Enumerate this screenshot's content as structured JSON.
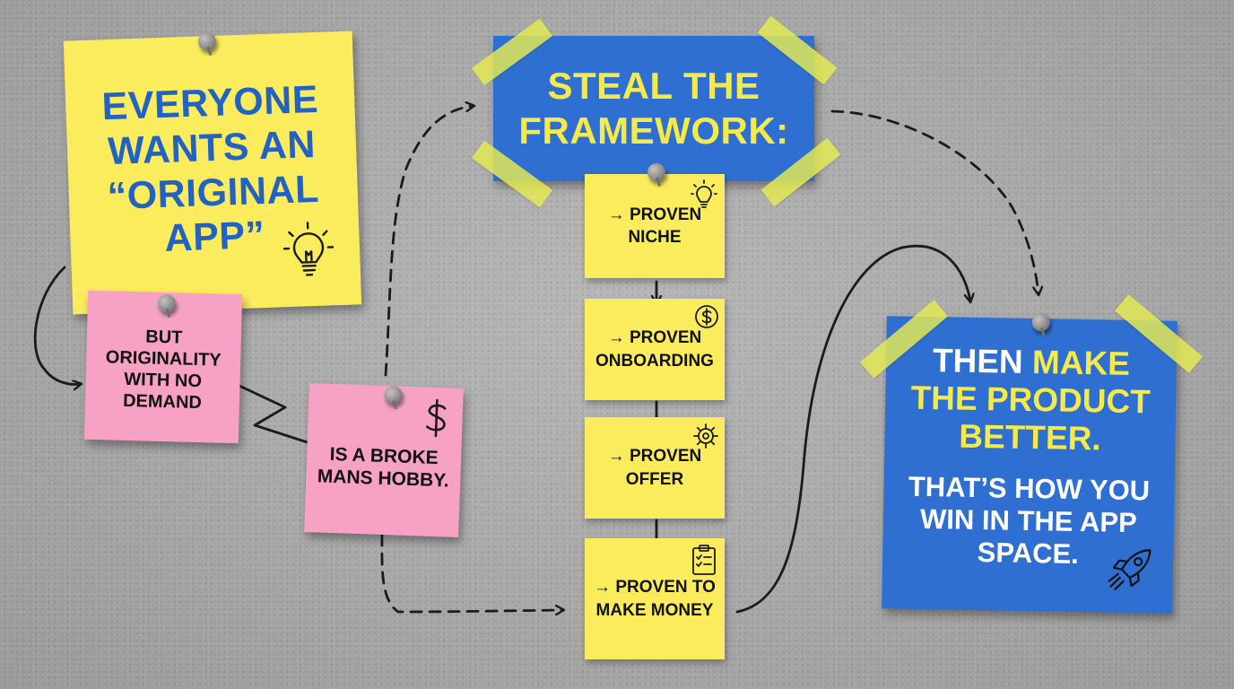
{
  "note_original_app": {
    "text": "EVERYONE WANTS AN “ORIGINAL APP”",
    "icon": "lightbulb-icon",
    "color": "#fbec5d",
    "text_color": "#2262c4"
  },
  "note_but_originality": {
    "text": "BUT ORIGINALITY WITH NO DEMAND",
    "color": "#f7a2c4"
  },
  "note_broke_hobby": {
    "text": "IS A BROKE MANS HOBBY.",
    "icon": "dollar-icon",
    "color": "#f7a2c4"
  },
  "banner": {
    "text": "STEAL THE FRAMEWORK:",
    "color": "#2f6fd1",
    "text_color": "#f5ea4a"
  },
  "steps": [
    {
      "text": "→ PROVEN NICHE",
      "icon": "lightbulb-icon"
    },
    {
      "text": "→ PROVEN ONBOARDING",
      "icon": "dollar-icon"
    },
    {
      "text": "→ PROVEN OFFER",
      "icon": "gear-icon"
    },
    {
      "text": "→ PROVEN TO MAKE MONEY",
      "icon": "clipboard-icon"
    }
  ],
  "final_note": {
    "title_prefix": "THEN ",
    "title_highlight": "MAKE THE PRODUCT BETTER.",
    "subtitle": "THAT’S HOW YOU WIN IN THE APP SPACE.",
    "icon": "rocket-icon",
    "color": "#2f6fd1",
    "highlight_color": "#f5ea4a"
  },
  "colors": {
    "board": "#a9a9a9",
    "tape": "#e6ec50",
    "arrow": "#1b1b1b"
  }
}
